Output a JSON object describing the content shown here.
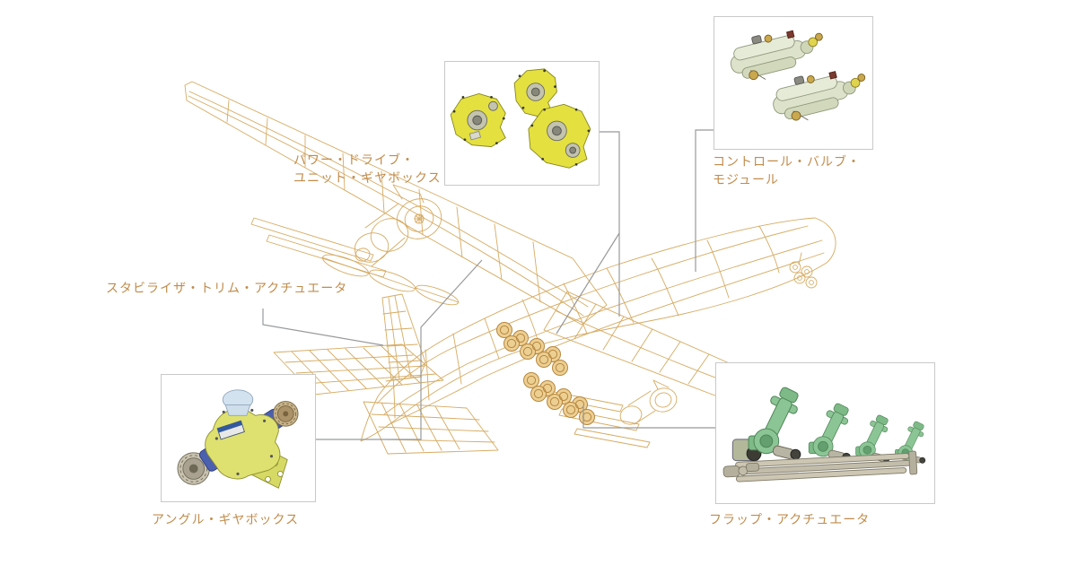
{
  "diagram": {
    "type": "aircraft-flight-control-equipment-diagram",
    "labels": {
      "power_drive": {
        "line1": "パワー・ドライブ・",
        "line2": "ユニット・ギヤボックス"
      },
      "control_valve": {
        "line1": "コントロール・バルブ・",
        "line2": "モジュール"
      },
      "stabilizer": {
        "text": "スタビライザ・トリム・アクチュエータ"
      },
      "angle_gearbox": {
        "text": "アングル・ギヤボックス"
      },
      "flap_actuator": {
        "text": "フラップ・アクチュエータ"
      }
    },
    "colors": {
      "background": "#ffffff",
      "label_text": "#c18c4c",
      "wireframe": "#d6ab62",
      "connector": "#98999b",
      "box_border": "#c9c9c9",
      "component_yellow": "#e4e03f",
      "component_green": "#8cc595",
      "component_blue": "#4b60af",
      "component_sage": "#dde3ca",
      "drive_unit_gold": "#eccf93"
    }
  }
}
